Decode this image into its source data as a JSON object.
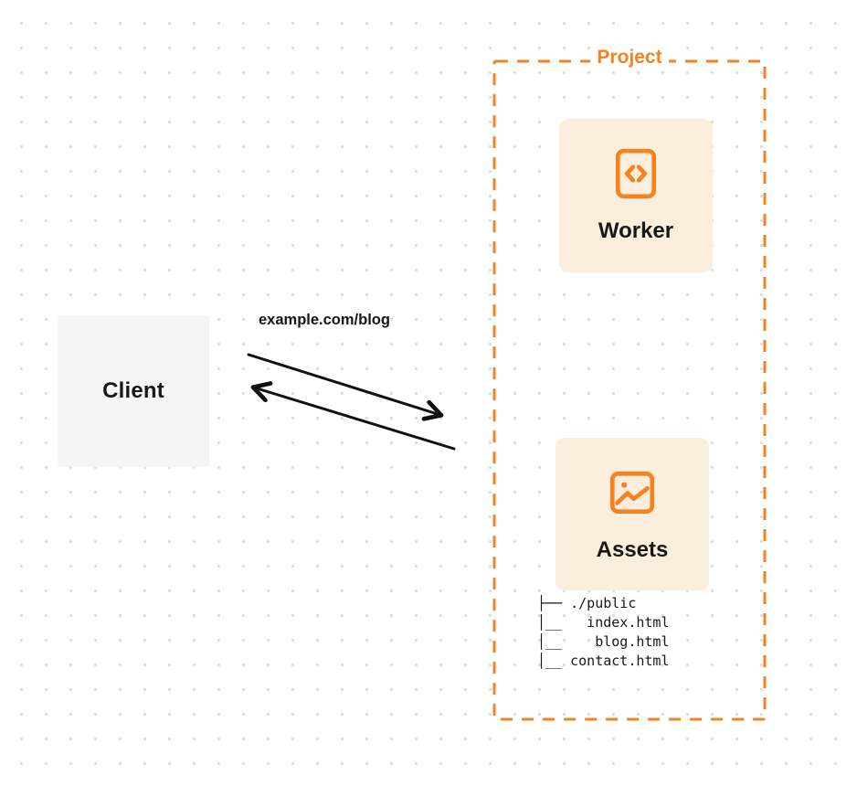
{
  "colors": {
    "accent_orange": "#F6821F",
    "card_background": "#FCEEDD",
    "client_background": "#F5F5F6",
    "ink": "#17181A",
    "arrow": "#111111",
    "dot_grid": "#DEDEDE"
  },
  "client": {
    "label": "Client"
  },
  "request": {
    "label": "example.com/blog"
  },
  "project": {
    "label": "Project",
    "worker": {
      "label": "Worker",
      "icon": "code-icon"
    },
    "assets": {
      "label": "Assets",
      "icon": "image-icon"
    },
    "file_tree": {
      "lines": [
        "├── ./public",
        "│__   index.html",
        "│__    blog.html",
        "│__ contact.html"
      ]
    }
  }
}
